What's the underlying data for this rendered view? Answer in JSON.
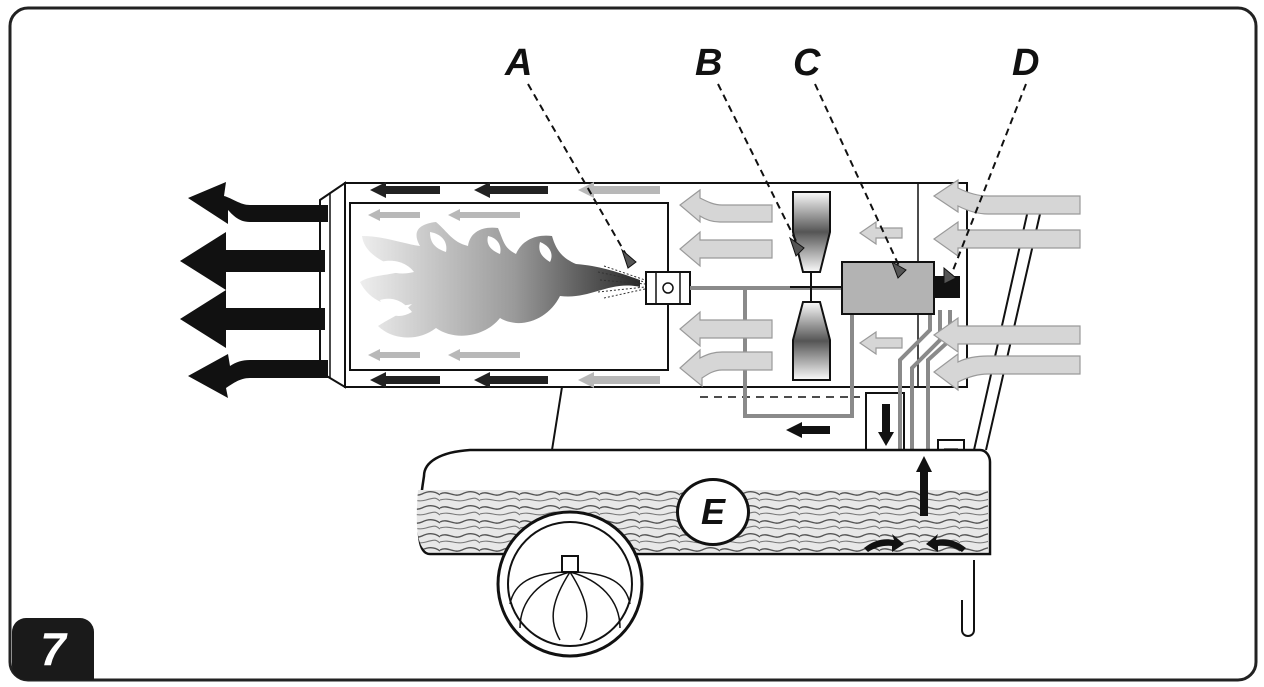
{
  "figure": {
    "number": "7"
  },
  "callouts": {
    "A": "A",
    "B": "B",
    "C": "C",
    "D": "D",
    "E": "E"
  },
  "colors": {
    "outline": "#111111",
    "flow_light": "#cfcfcf",
    "fuel_line": "#8a8a8a",
    "body_fill": "#ffffff",
    "pump_fill": "#b3b3b3"
  },
  "icons": {
    "fan": "fan-blade-icon",
    "nozzle": "burner-nozzle-icon",
    "flame": "flame-icon",
    "pump": "pump-box-icon",
    "filter": "filter-icon",
    "wheel": "wheel-icon",
    "tank": "fuel-tank-icon"
  }
}
